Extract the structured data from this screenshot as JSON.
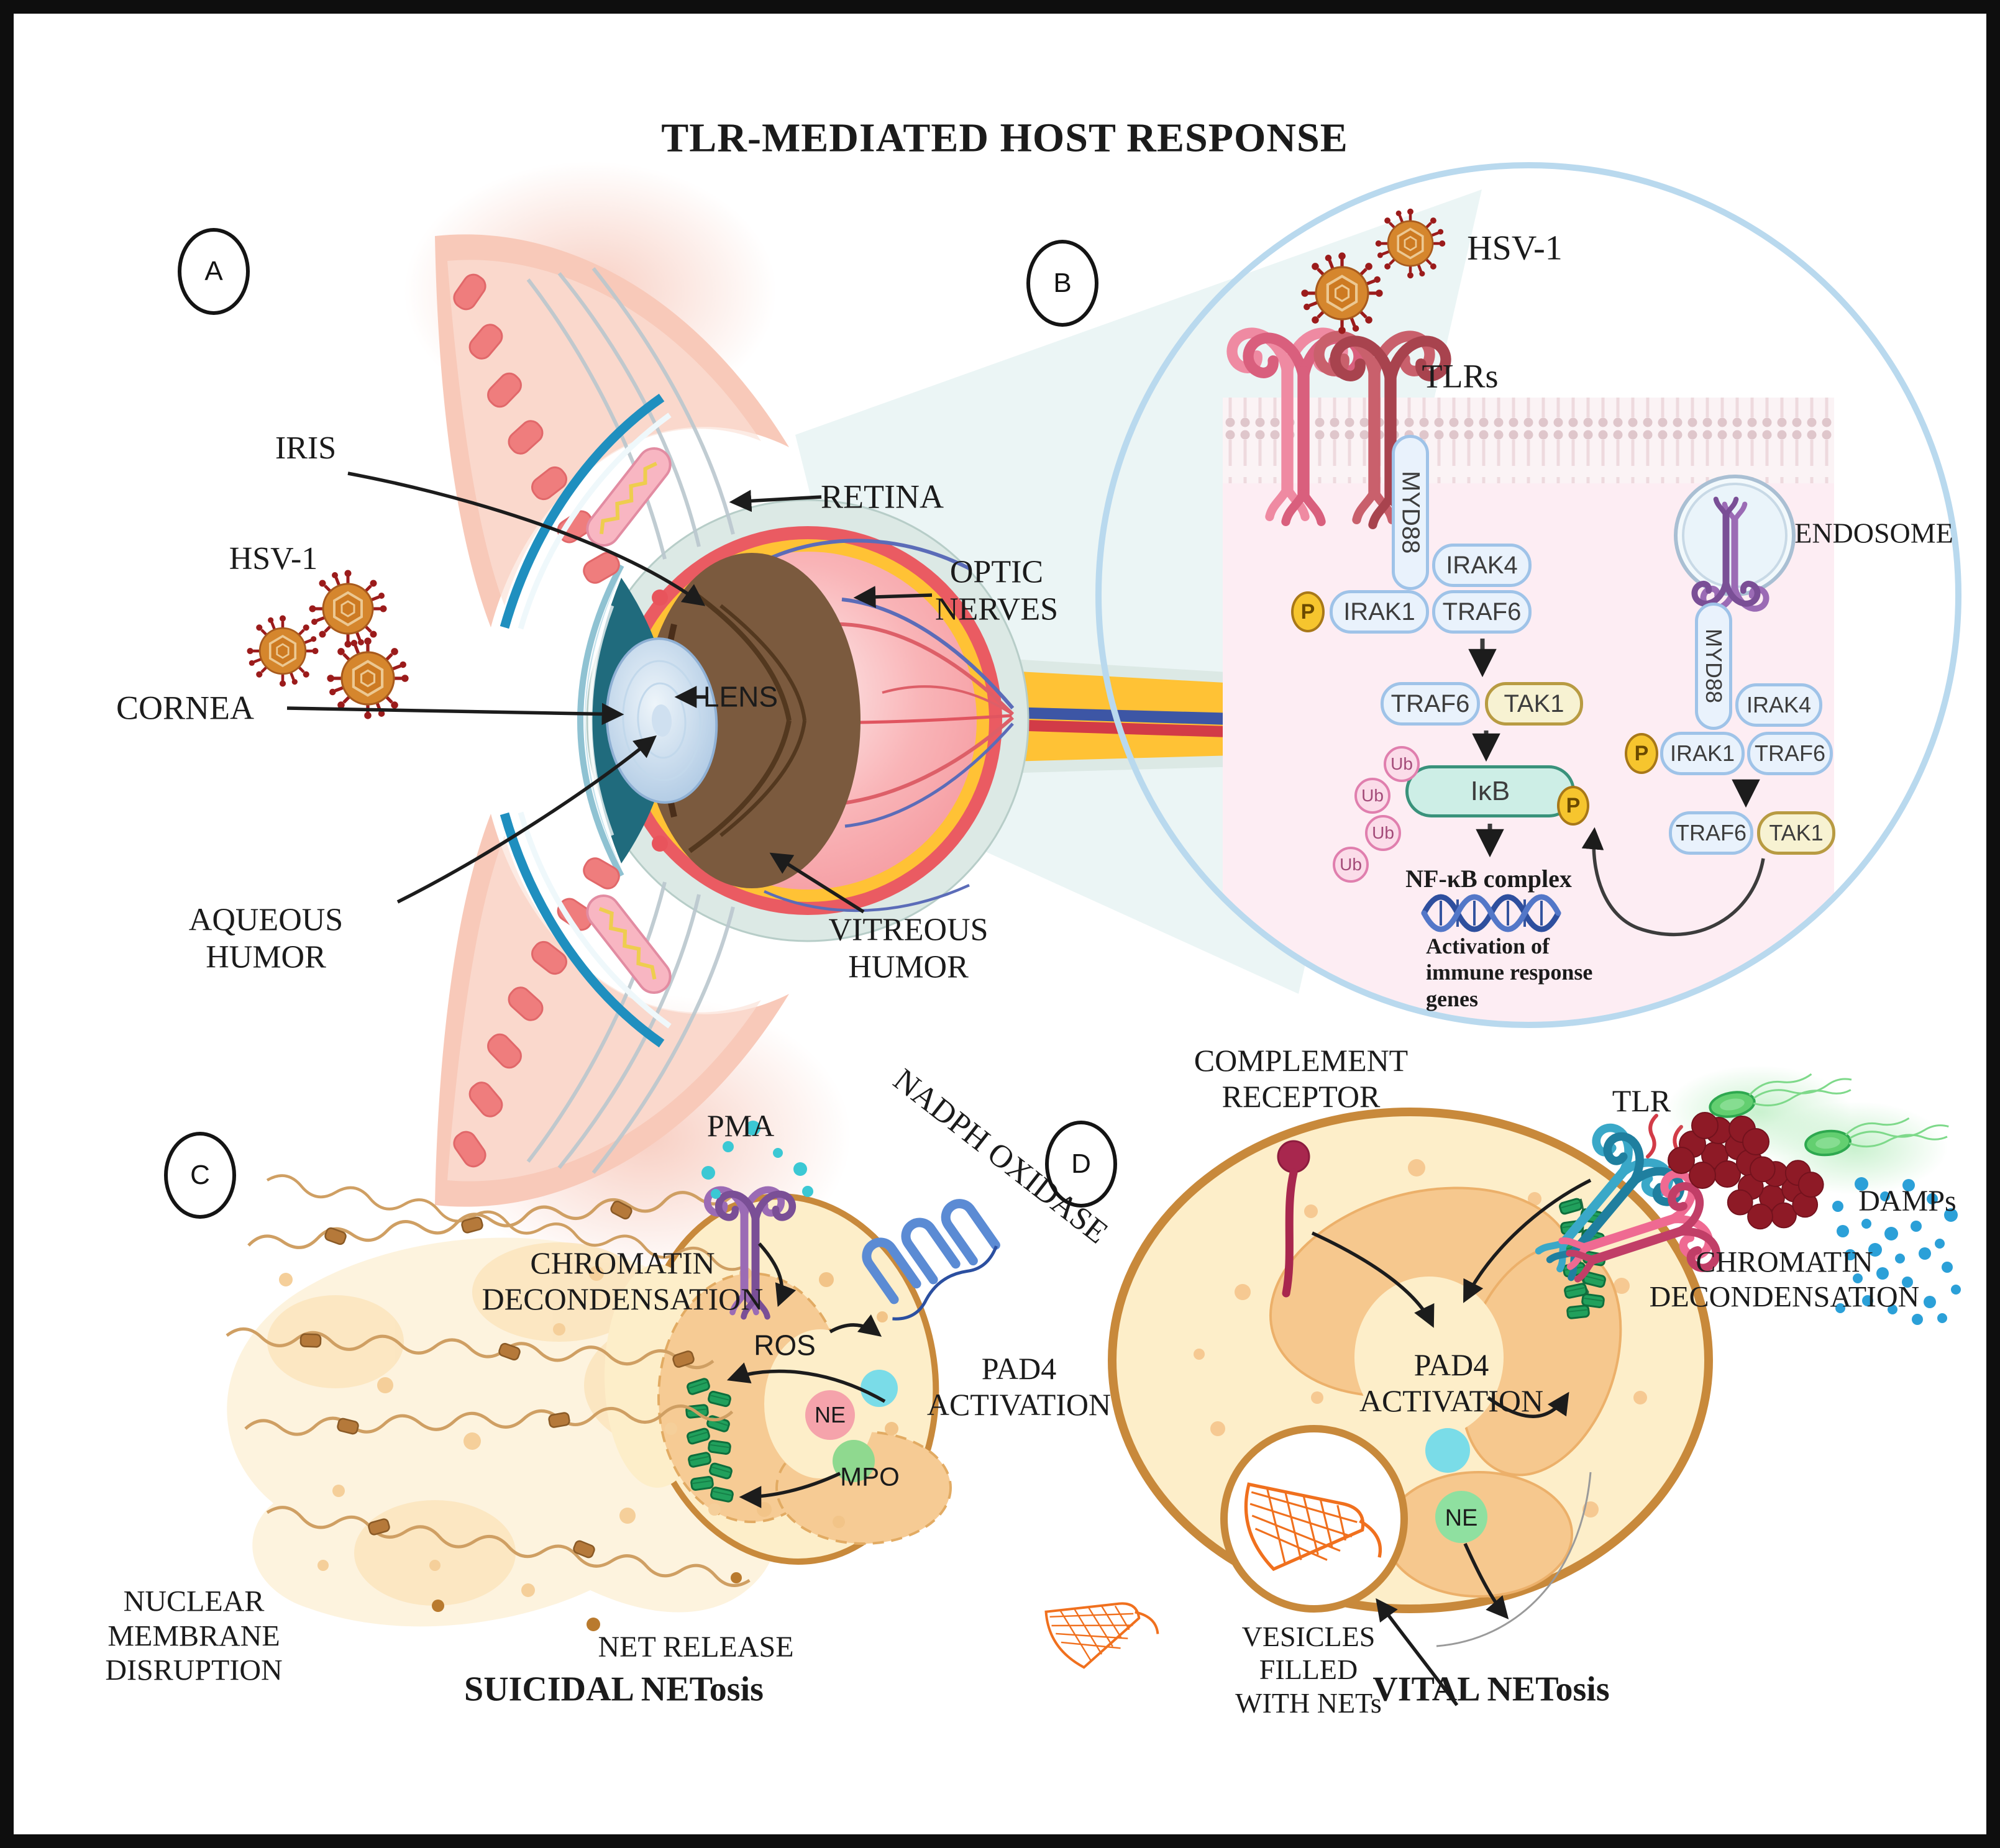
{
  "title": "TLR-MEDIATED HOST RESPONSE",
  "panel_a": {
    "marker": "A",
    "labels": {
      "iris": "IRIS",
      "hsv1": "HSV-1",
      "cornea": "CORNEA",
      "aqueous_humor": "AQUEOUS\nHUMOR",
      "retina": "RETINA",
      "optic_nerves": "OPTIC\nNERVES",
      "lens": "LENS",
      "vitreous_humor": "VITREOUS\nHUMOR"
    }
  },
  "panel_b": {
    "marker": "B",
    "labels": {
      "hsv1": "HSV-1",
      "tlrs": "TLRs",
      "endosome": "ENDOSOME",
      "nfkb_complex": "NF-κB complex",
      "gene_activation": "Activation of\nimmune response\ngenes"
    },
    "molecules": {
      "myd88": "MYD88",
      "irak4": "IRAK4",
      "irak1": "IRAK1",
      "traf6": "TRAF6",
      "tak1": "TAK1",
      "phospho": "P",
      "ubiquitin": "Ub",
      "ikb": "IκB"
    }
  },
  "panel_c": {
    "marker": "C",
    "caption": "SUICIDAL NETosis",
    "labels": {
      "pma": "PMA",
      "nadph_oxidase": "NADPH OXIDASE",
      "chromatin_decondensation": "CHROMATIN\nDECONDENSATION",
      "ros": "ROS",
      "ne": "NE",
      "mpo": "MPO",
      "pad4_activation": "PAD4\nACTIVATION",
      "nuclear_membrane_disruption": "NUCLEAR\nMEMBRANE\nDISRUPTION",
      "net_release": "NET RELEASE"
    }
  },
  "panel_d": {
    "marker": "D",
    "caption": "VITAL NETosis",
    "labels": {
      "complement_receptor": "COMPLEMENT\nRECEPTOR",
      "tlr": "TLR",
      "damps": "DAMPs",
      "chromatin_decondensation": "CHROMATIN\nDECONDENSATION",
      "pad4_activation": "PAD4\nACTIVATION",
      "ne": "NE",
      "vesicles": "VESICLES\nFILLED\nWITH NETs"
    }
  },
  "colors": {
    "circle_b_border": "#b9d9ee",
    "cytoplasm_pink": "#fdedf3",
    "pill_fill": "#e9f2fc",
    "pill_border": "#9fc3e8",
    "tak1_fill": "#f7f2d2",
    "tak1_border": "#b89b42",
    "phospho_fill": "#f6c52e",
    "ub_fill": "#fbdce9",
    "ub_border": "#e07fae",
    "ikb_fill": "#cdeee6",
    "ikb_border": "#39927b",
    "virus_orange": "#d5862d",
    "neutrophil_fill": "#fdeec9",
    "neutrophil_border": "#c8893b",
    "nucleus_orange": "#f6c88e",
    "chromatin_tan": "#cf9f63",
    "granule_green": "#1f8048",
    "net_orange": "#f0701e",
    "damps_blue": "#2ba0d8",
    "bacteria_darkred": "#8e1a26",
    "bacteria_green": "#63cf70",
    "eye_sclera": "#dce9e5",
    "eye_choroid_red": "#ea5b62",
    "eye_retina_yellow": "#ffc235",
    "eye_vitreous_pink": "#f8a9ad",
    "lens_blue": "#aac6e2",
    "dna_blue": "#2e4f9e"
  }
}
